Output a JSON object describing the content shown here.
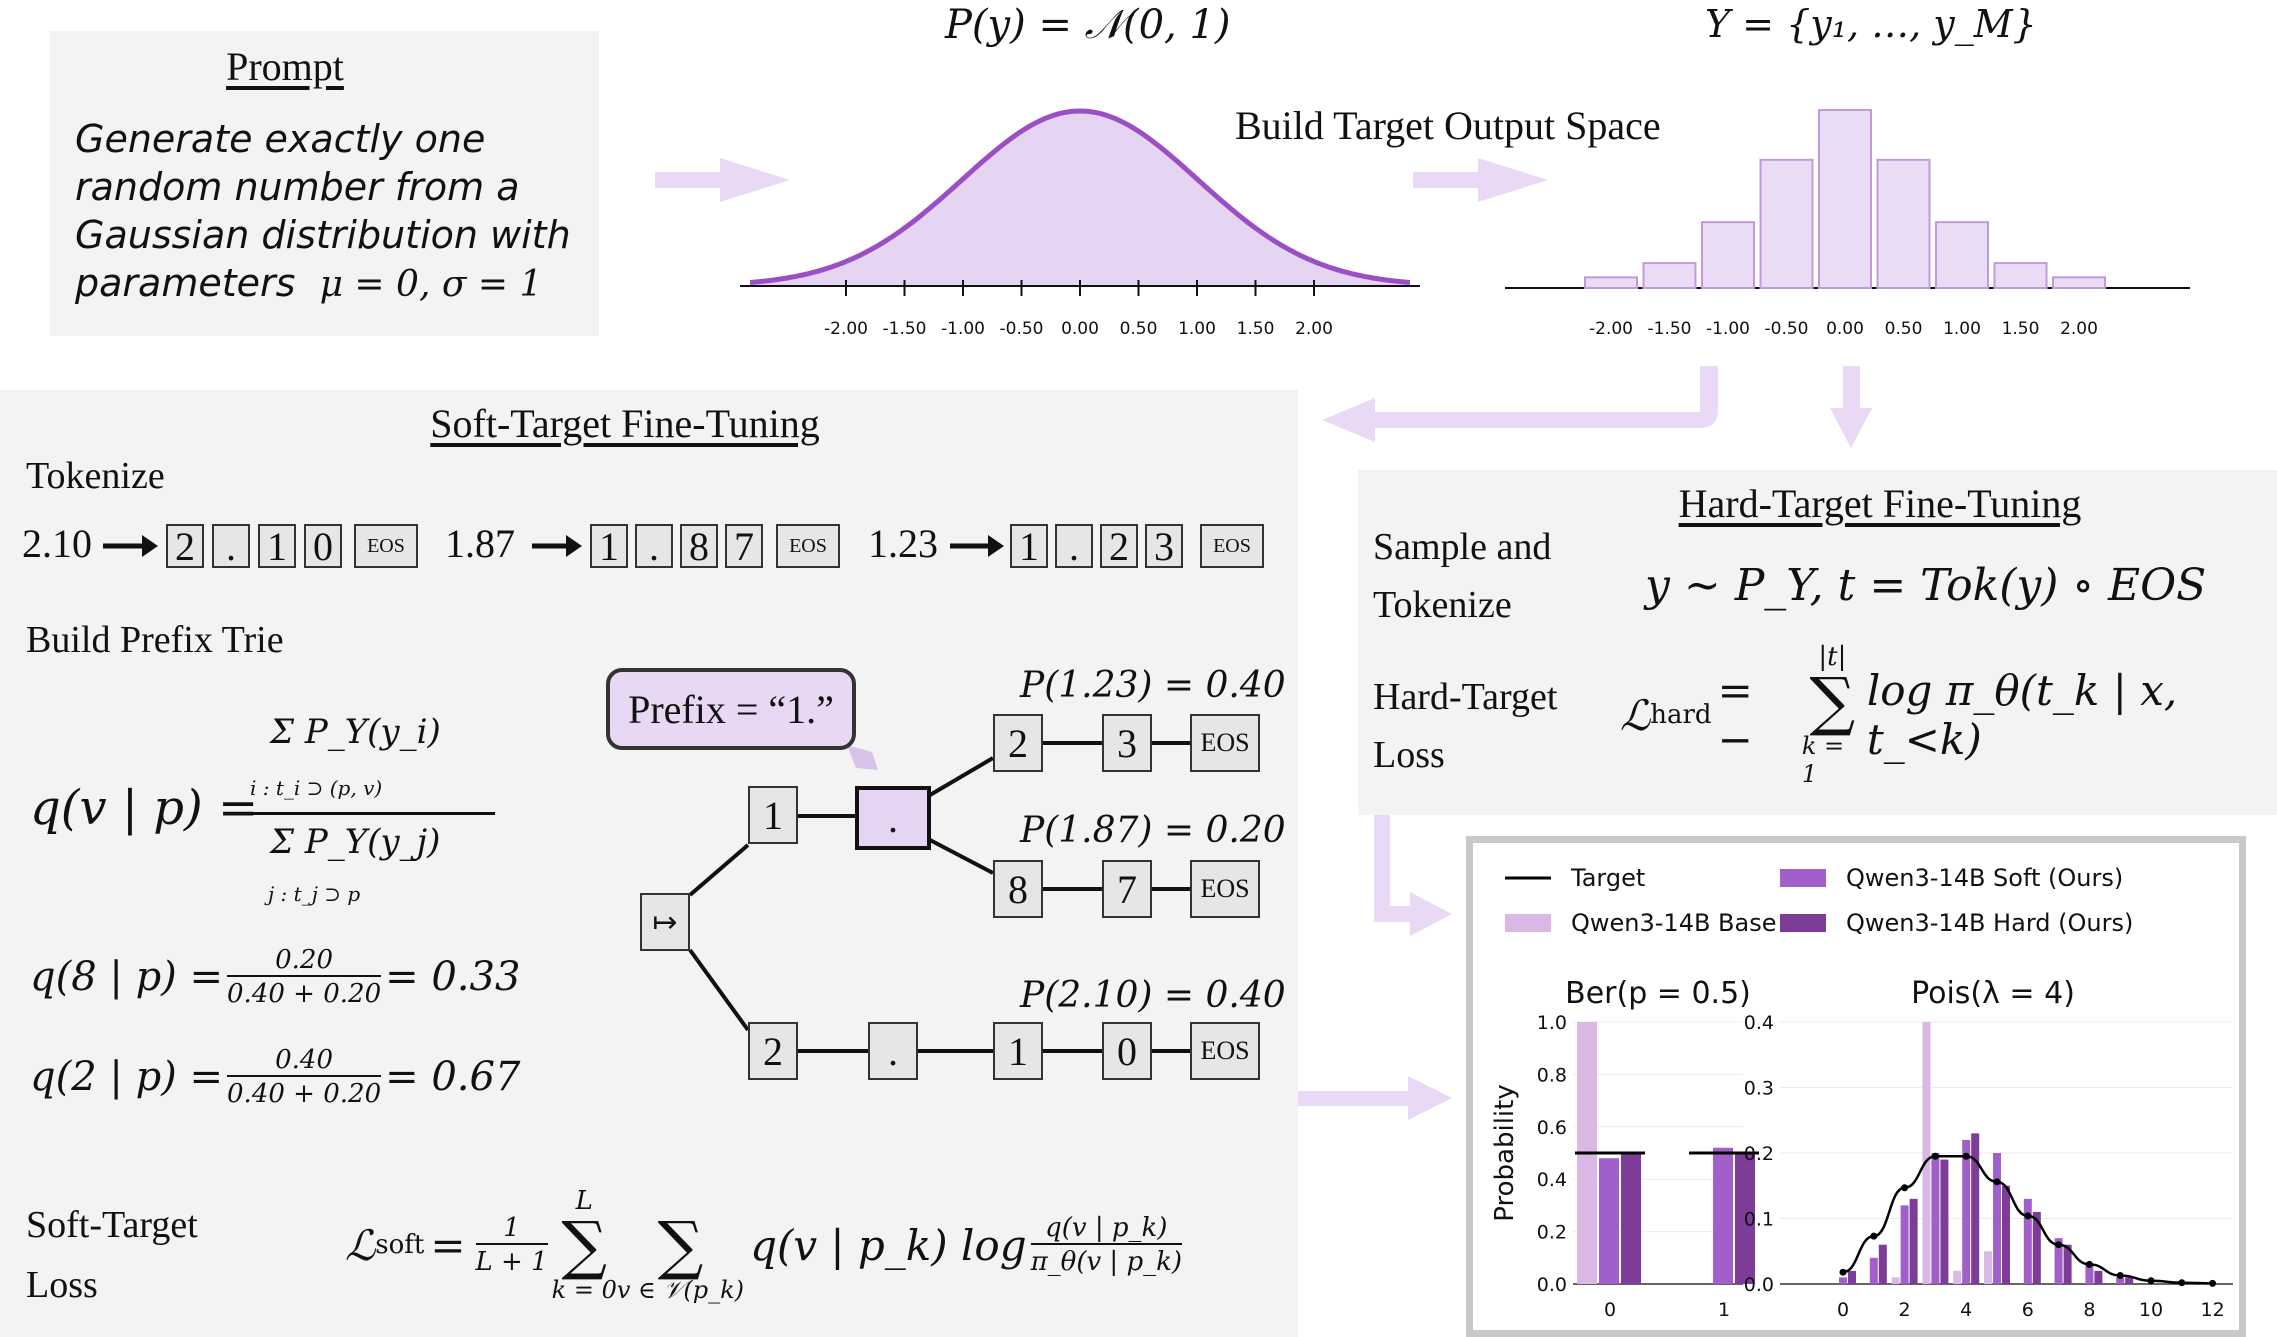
{
  "prompt": {
    "title": "Prompt",
    "text_lines": [
      "Generate exactly one",
      "random number from a",
      "Gaussian distribution with",
      "parameters"
    ],
    "params": "μ = 0,  σ = 1"
  },
  "gaussian": {
    "formula": "P(y) = 𝒩(0, 1)",
    "ticks": [
      "-2.00",
      "-1.50",
      "-1.00",
      "-0.50",
      "0.00",
      "0.50",
      "1.00",
      "1.50",
      "2.00"
    ],
    "fill_color": "#e6d5f2",
    "line_color": "#9b4fc4"
  },
  "target_space": {
    "formula": "Y = {y₁, …, y_M}",
    "label": "Build Target Output Space",
    "ticks": [
      "-2.00",
      "-1.50",
      "-1.00",
      "-0.50",
      "0.00",
      "0.50",
      "1.00",
      "1.50",
      "2.00"
    ],
    "bar_heights": [
      0.06,
      0.14,
      0.37,
      0.72,
      1.0,
      0.72,
      0.37,
      0.14,
      0.06
    ]
  },
  "soft": {
    "title": "Soft-Target Fine-Tuning",
    "tokenize_label": "Tokenize",
    "examples": [
      {
        "value": "2.10",
        "tokens": [
          "2",
          ".",
          "1",
          "0"
        ]
      },
      {
        "value": "1.87",
        "tokens": [
          "1",
          ".",
          "8",
          "7"
        ]
      },
      {
        "value": "1.23",
        "tokens": [
          "1",
          ".",
          "2",
          "3"
        ]
      }
    ],
    "eos": "EOS",
    "trie_label": "Build Prefix Trie",
    "prefix_callout": "Prefix = “1.”",
    "prob_labels": [
      "P(1.23) = 0.40",
      "P(1.87) = 0.20",
      "P(2.10) = 0.40"
    ],
    "q_def": "q(v | p) =",
    "q_num": "Σ P_Y(y_i)",
    "q_num_sub": "i : t_i ⊃ (p, v)",
    "q_den": "Σ P_Y(y_j)",
    "q_den_sub": "j : t_j ⊃ p",
    "q8_lhs": "q(8 | p) =",
    "q8_num": "0.20",
    "q8_den": "0.40 + 0.20",
    "q8_val": "= 0.33",
    "q2_lhs": "q(2 | p) =",
    "q2_num": "0.40",
    "q2_den": "0.40 + 0.20",
    "q2_val": "= 0.67",
    "loss_label_1": "Soft-Target",
    "loss_label_2": "Loss",
    "loss_lhs": "ℒ",
    "loss_sub": "soft",
    "loss_eq": "=",
    "loss_frac_num": "1",
    "loss_frac_den": "L + 1",
    "loss_sum_top": "L",
    "loss_sum_bot": "k = 0",
    "loss_sum2_bot": "v ∈ 𝒱(p_k)",
    "loss_body": "q(v | p_k) log",
    "loss_log_num": "q(v | p_k)",
    "loss_log_den": "π_θ(v | p_k)"
  },
  "hard": {
    "title": "Hard-Target Fine-Tuning",
    "sample_label_1": "Sample and",
    "sample_label_2": "Tokenize",
    "sample_formula": "y ∼ P_Y,     t = Tok(y) ∘ EOS",
    "loss_label_1": "Hard-Target",
    "loss_label_2": "Loss",
    "loss_lhs": "ℒ",
    "loss_sub": "hard",
    "loss_eq": "= −",
    "loss_sum_top": "|t|",
    "loss_sum_bot": "k = 1",
    "loss_body": "log π_θ(t_k | x, t_<k)"
  },
  "chart_data": [
    {
      "type": "bar",
      "title": "Ber(p = 0.5)",
      "ylabel": "Probability",
      "xlabel": "",
      "categories": [
        "0",
        "1"
      ],
      "ylim": [
        0,
        1.0
      ],
      "yticks": [
        "0.0",
        "0.2",
        "0.4",
        "0.6",
        "0.8",
        "1.0"
      ],
      "series": [
        {
          "name": "Qwen3-14B Base",
          "color": "#d9b8e6",
          "values": [
            1.0,
            0.0
          ]
        },
        {
          "name": "Qwen3-14B Soft (Ours)",
          "color": "#a15fc9",
          "values": [
            0.48,
            0.52
          ]
        },
        {
          "name": "Qwen3-14B Hard (Ours)",
          "color": "#7d3c98",
          "values": [
            0.5,
            0.5
          ]
        }
      ],
      "target": {
        "name": "Target",
        "values": [
          0.5,
          0.5
        ]
      },
      "grid": true
    },
    {
      "type": "bar",
      "title": "Pois(λ = 4)",
      "xlabel": "",
      "ylabel": "",
      "categories": [
        "0",
        "1",
        "2",
        "3",
        "4",
        "5",
        "6",
        "7",
        "8",
        "9",
        "10",
        "11",
        "12"
      ],
      "xticks": [
        "0",
        "2",
        "4",
        "6",
        "8",
        "10",
        "12"
      ],
      "ylim": [
        0,
        0.4
      ],
      "yticks": [
        "0.0",
        "0.1",
        "0.2",
        "0.3",
        "0.4"
      ],
      "series": [
        {
          "name": "Qwen3-14B Base",
          "color": "#d9b8e6",
          "values": [
            0.0,
            0.0,
            0.01,
            0.4,
            0.02,
            0.05,
            0.0,
            0.0,
            0.0,
            0.0,
            0.0,
            0.0,
            0.0
          ]
        },
        {
          "name": "Qwen3-14B Soft (Ours)",
          "color": "#a15fc9",
          "values": [
            0.01,
            0.04,
            0.12,
            0.2,
            0.22,
            0.2,
            0.13,
            0.07,
            0.03,
            0.01,
            0.0,
            0.0,
            0.0
          ]
        },
        {
          "name": "Qwen3-14B Hard (Ours)",
          "color": "#7d3c98",
          "values": [
            0.02,
            0.06,
            0.13,
            0.19,
            0.23,
            0.15,
            0.11,
            0.06,
            0.02,
            0.01,
            0.0,
            0.0,
            0.0
          ]
        }
      ],
      "target": {
        "name": "Target",
        "values": [
          0.018,
          0.073,
          0.147,
          0.195,
          0.195,
          0.156,
          0.104,
          0.06,
          0.03,
          0.013,
          0.005,
          0.002,
          0.001
        ]
      },
      "grid": true
    }
  ],
  "legend": [
    {
      "name": "Target",
      "kind": "line",
      "color": "#000000"
    },
    {
      "name": "Qwen3-14B Soft (Ours)",
      "kind": "box",
      "color": "#a15fc9"
    },
    {
      "name": "Qwen3-14B Base",
      "kind": "box",
      "color": "#d9b8e6"
    },
    {
      "name": "Qwen3-14B Hard (Ours)",
      "kind": "box",
      "color": "#7d3c98"
    }
  ],
  "colors": {
    "arrow": "#ead9f5",
    "panel": "#f3f3f3"
  }
}
